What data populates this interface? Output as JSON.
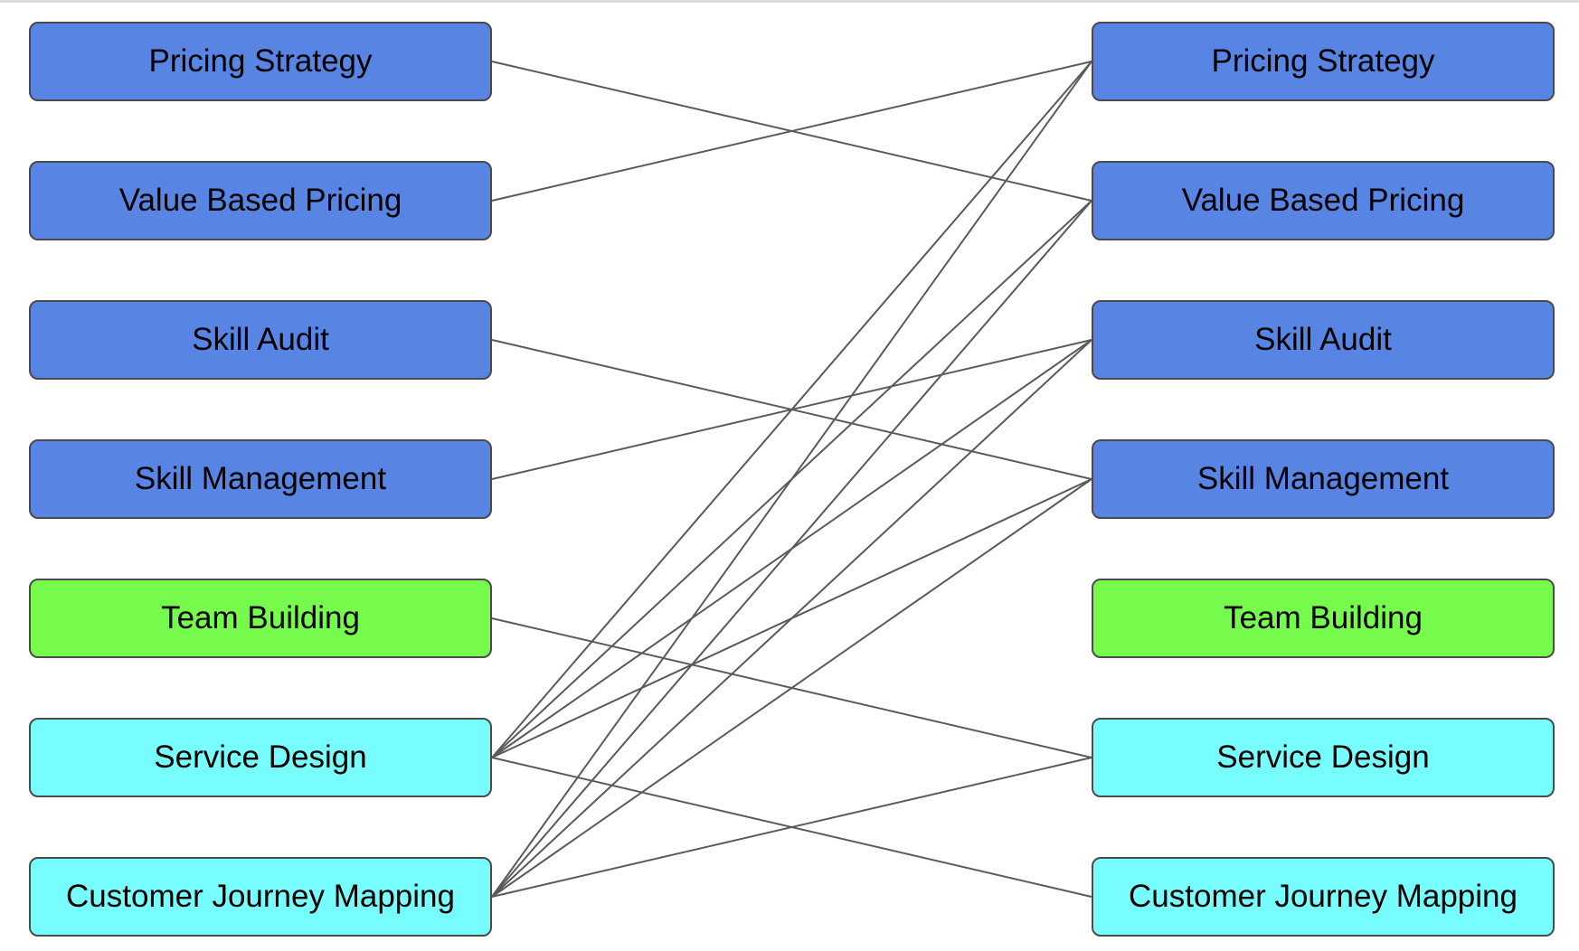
{
  "groups": {
    "blue": "#5884e3",
    "green": "#76fa4c",
    "cyan": "#77fdfe"
  },
  "line_color": "#5a5a5a",
  "left_nodes": [
    {
      "id": "pricing-strategy",
      "label": "Pricing Strategy",
      "group": "blue"
    },
    {
      "id": "value-based-pricing",
      "label": "Value Based Pricing",
      "group": "blue"
    },
    {
      "id": "skill-audit",
      "label": "Skill Audit",
      "group": "blue"
    },
    {
      "id": "skill-management",
      "label": "Skill Management",
      "group": "blue"
    },
    {
      "id": "team-building",
      "label": "Team Building",
      "group": "green"
    },
    {
      "id": "service-design",
      "label": "Service Design",
      "group": "cyan"
    },
    {
      "id": "customer-journey-mapping",
      "label": "Customer Journey Mapping",
      "group": "cyan"
    }
  ],
  "right_nodes": [
    {
      "id": "pricing-strategy",
      "label": "Pricing Strategy",
      "group": "blue"
    },
    {
      "id": "value-based-pricing",
      "label": "Value Based Pricing",
      "group": "blue"
    },
    {
      "id": "skill-audit",
      "label": "Skill Audit",
      "group": "blue"
    },
    {
      "id": "skill-management",
      "label": "Skill Management",
      "group": "blue"
    },
    {
      "id": "team-building",
      "label": "Team Building",
      "group": "green"
    },
    {
      "id": "service-design",
      "label": "Service Design",
      "group": "cyan"
    },
    {
      "id": "customer-journey-mapping",
      "label": "Customer Journey Mapping",
      "group": "cyan"
    }
  ],
  "links": [
    {
      "from": "pricing-strategy",
      "to": "value-based-pricing"
    },
    {
      "from": "value-based-pricing",
      "to": "pricing-strategy"
    },
    {
      "from": "skill-audit",
      "to": "skill-management"
    },
    {
      "from": "skill-management",
      "to": "skill-audit"
    },
    {
      "from": "team-building",
      "to": "service-design"
    },
    {
      "from": "service-design",
      "to": "pricing-strategy"
    },
    {
      "from": "service-design",
      "to": "value-based-pricing"
    },
    {
      "from": "service-design",
      "to": "skill-audit"
    },
    {
      "from": "service-design",
      "to": "skill-management"
    },
    {
      "from": "service-design",
      "to": "customer-journey-mapping"
    },
    {
      "from": "customer-journey-mapping",
      "to": "pricing-strategy"
    },
    {
      "from": "customer-journey-mapping",
      "to": "value-based-pricing"
    },
    {
      "from": "customer-journey-mapping",
      "to": "skill-audit"
    },
    {
      "from": "customer-journey-mapping",
      "to": "skill-management"
    },
    {
      "from": "customer-journey-mapping",
      "to": "service-design"
    }
  ]
}
